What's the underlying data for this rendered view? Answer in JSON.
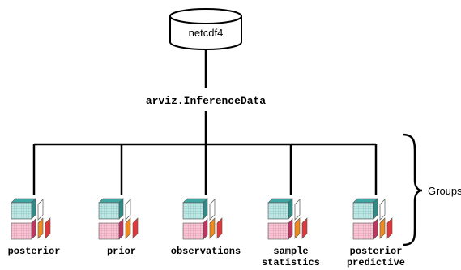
{
  "storage": {
    "label": "netcdf4"
  },
  "root": {
    "label": "arviz.InferenceData"
  },
  "brace": {
    "label": "Groups"
  },
  "groups": [
    {
      "id": "posterior",
      "lines": [
        "posterior"
      ]
    },
    {
      "id": "prior",
      "lines": [
        "prior"
      ]
    },
    {
      "id": "observations",
      "lines": [
        "observations"
      ]
    },
    {
      "id": "sample-statistics",
      "lines": [
        "sample",
        "statistics"
      ]
    },
    {
      "id": "posterior-predictive",
      "lines": [
        "posterior",
        "predictive"
      ]
    }
  ],
  "colors": {
    "line": "#000000",
    "teal_front": "#b9e3e1",
    "teal_top": "#3fa6a2",
    "teal_side": "#2e8b88",
    "pink_front": "#f6bfd0",
    "pink_side": "#c2335f",
    "orange": "#f08a1c",
    "red": "#e0383a"
  }
}
